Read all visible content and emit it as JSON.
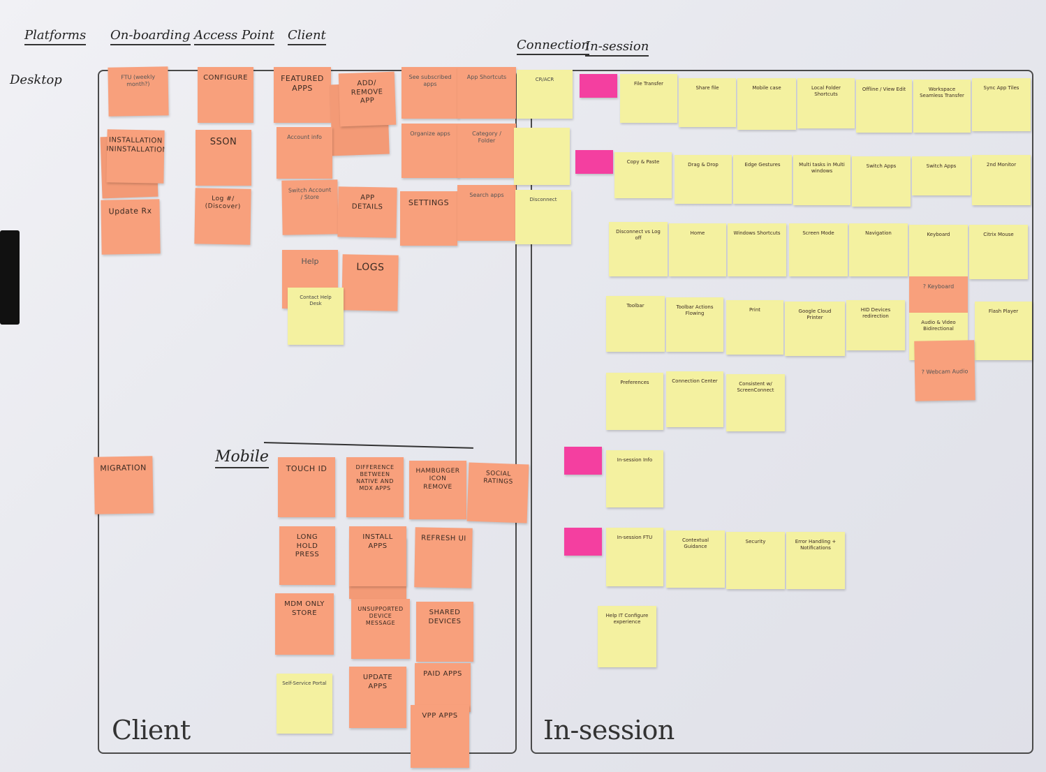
{
  "headers": {
    "platforms": "Platforms",
    "onboarding": "On-boarding",
    "access_point": "Access Point",
    "client": "Client",
    "connection": "Connection",
    "in_session": "In-session",
    "desktop": "Desktop",
    "mobile": "Mobile"
  },
  "frames": {
    "client": "Client",
    "in_session": "In-session"
  },
  "client_notes": {
    "first_use": "FTU (weekly month?)",
    "installation": "INSTALLATION UNINSTALLATION",
    "update": "Update Rx",
    "migration": "MIGRATION",
    "configure": "CONFIGURE",
    "sson": "SSON",
    "log": "Log #/ (Discover)",
    "featured": "FEATURED APPS",
    "add_remove": "ADD/ REMOVE APP",
    "account_info": "Account info",
    "switch_account": "Switch Account / Store",
    "app_details": "APP DETAILS",
    "help": "Help",
    "logs": "LOGS",
    "contact_help": "Contact Help Desk",
    "see_subscribed": "See subscribed apps",
    "app_shortcuts": "App Shortcuts",
    "organize": "Organize apps",
    "category": "Category / Folder",
    "settings": "SETTINGS",
    "search_apps": "Search apps"
  },
  "mobile_notes": {
    "touch_id": "TOUCH ID",
    "difference": "DIFFERENCE BETWEEN NATIVE AND MDX APPS",
    "hamburger": "HAMBURGER ICON REMOVE",
    "social": "SOCIAL RATINGS",
    "long_hold": "LONG HOLD PRESS",
    "install": "INSTALL APPS",
    "refresh": "REFRESH UI",
    "mdm": "MDM ONLY STORE",
    "unsupported": "UNSUPPORTED DEVICE MESSAGE",
    "shared": "SHARED DEVICES",
    "self_service": "Self-Service Portal",
    "update_apps": "UPDATE APPS",
    "paid": "PAID APPS",
    "vpp": "VPP APPS"
  },
  "connection_notes": {
    "cr_acr": "CR/ACR",
    "disconnect": "Disconnect"
  },
  "insession_notes": {
    "r1": [
      "File Transfer",
      "Share file",
      "Mobile case",
      "Local Folder Shortcuts",
      "Offline / View Edit",
      "Workspace Seamless Transfer",
      "Sync App Tiles"
    ],
    "r2": [
      "Copy & Paste",
      "Drag & Drop",
      "Edge Gestures",
      "Multi tasks in Multi windows",
      "Switch Apps",
      "Switch Apps",
      "2nd Monitor"
    ],
    "r3": [
      "Disconnect vs Log off",
      "Home",
      "Windows Shortcuts",
      "Screen Mode",
      "Navigation",
      "Keyboard",
      "Citrix Mouse"
    ],
    "r4": [
      "Toolbar",
      "Toolbar Actions Flowing",
      "Print",
      "Google Cloud Printer",
      "HID Devices redirection",
      "Audio & Video Bidirectional",
      "Flash Player"
    ],
    "r5": [
      "Preferences",
      "Connection Center",
      "Consistent w/ ScreenConnect"
    ],
    "info": "In-session Info",
    "r7": [
      "In-session FTU",
      "Contextual Guidance",
      "Security",
      "Error Handling + Notifications"
    ],
    "help_it": "Help IT Configure experience",
    "keyboard": "? Keyboard",
    "webcam": "? Webcam Audio"
  }
}
